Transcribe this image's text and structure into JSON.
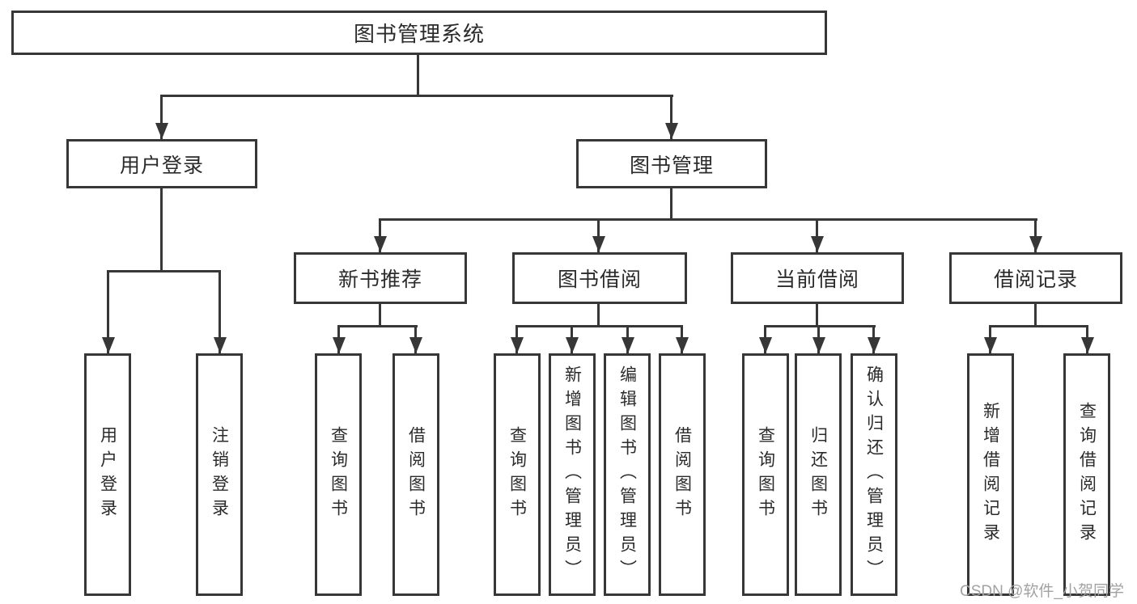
{
  "diagram": {
    "type": "function-structure-tree",
    "tree": {
      "root": {
        "label": "图书管理系统"
      },
      "branches": [
        {
          "label": "用户登录",
          "children": [
            {
              "label": "用户登录"
            },
            {
              "label": "注销登录"
            }
          ]
        },
        {
          "label": "图书管理",
          "children": [
            {
              "label": "新书推荐",
              "children": [
                {
                  "label": "查询图书"
                },
                {
                  "label": "借阅图书"
                }
              ]
            },
            {
              "label": "图书借阅",
              "children": [
                {
                  "label": "查询图书"
                },
                {
                  "label": "新增图书（管理员）"
                },
                {
                  "label": "编辑图书（管理员）"
                },
                {
                  "label": "借阅图书"
                }
              ]
            },
            {
              "label": "当前借阅",
              "children": [
                {
                  "label": "查询图书"
                },
                {
                  "label": "归还图书"
                },
                {
                  "label": "确认归还（管理员）"
                }
              ]
            },
            {
              "label": "借阅记录",
              "children": [
                {
                  "label": "新增借阅记录"
                },
                {
                  "label": "查询借阅记录"
                }
              ]
            }
          ]
        }
      ]
    }
  },
  "watermark": {
    "text": "CSDN @软件_小贺同学"
  },
  "colors": {
    "line": "#373737",
    "box_border": "#373737",
    "box_fill": "#ffffff",
    "text": "#2b2b2b",
    "watermark_text": "#a2a2a2",
    "background": "#ffffff"
  }
}
